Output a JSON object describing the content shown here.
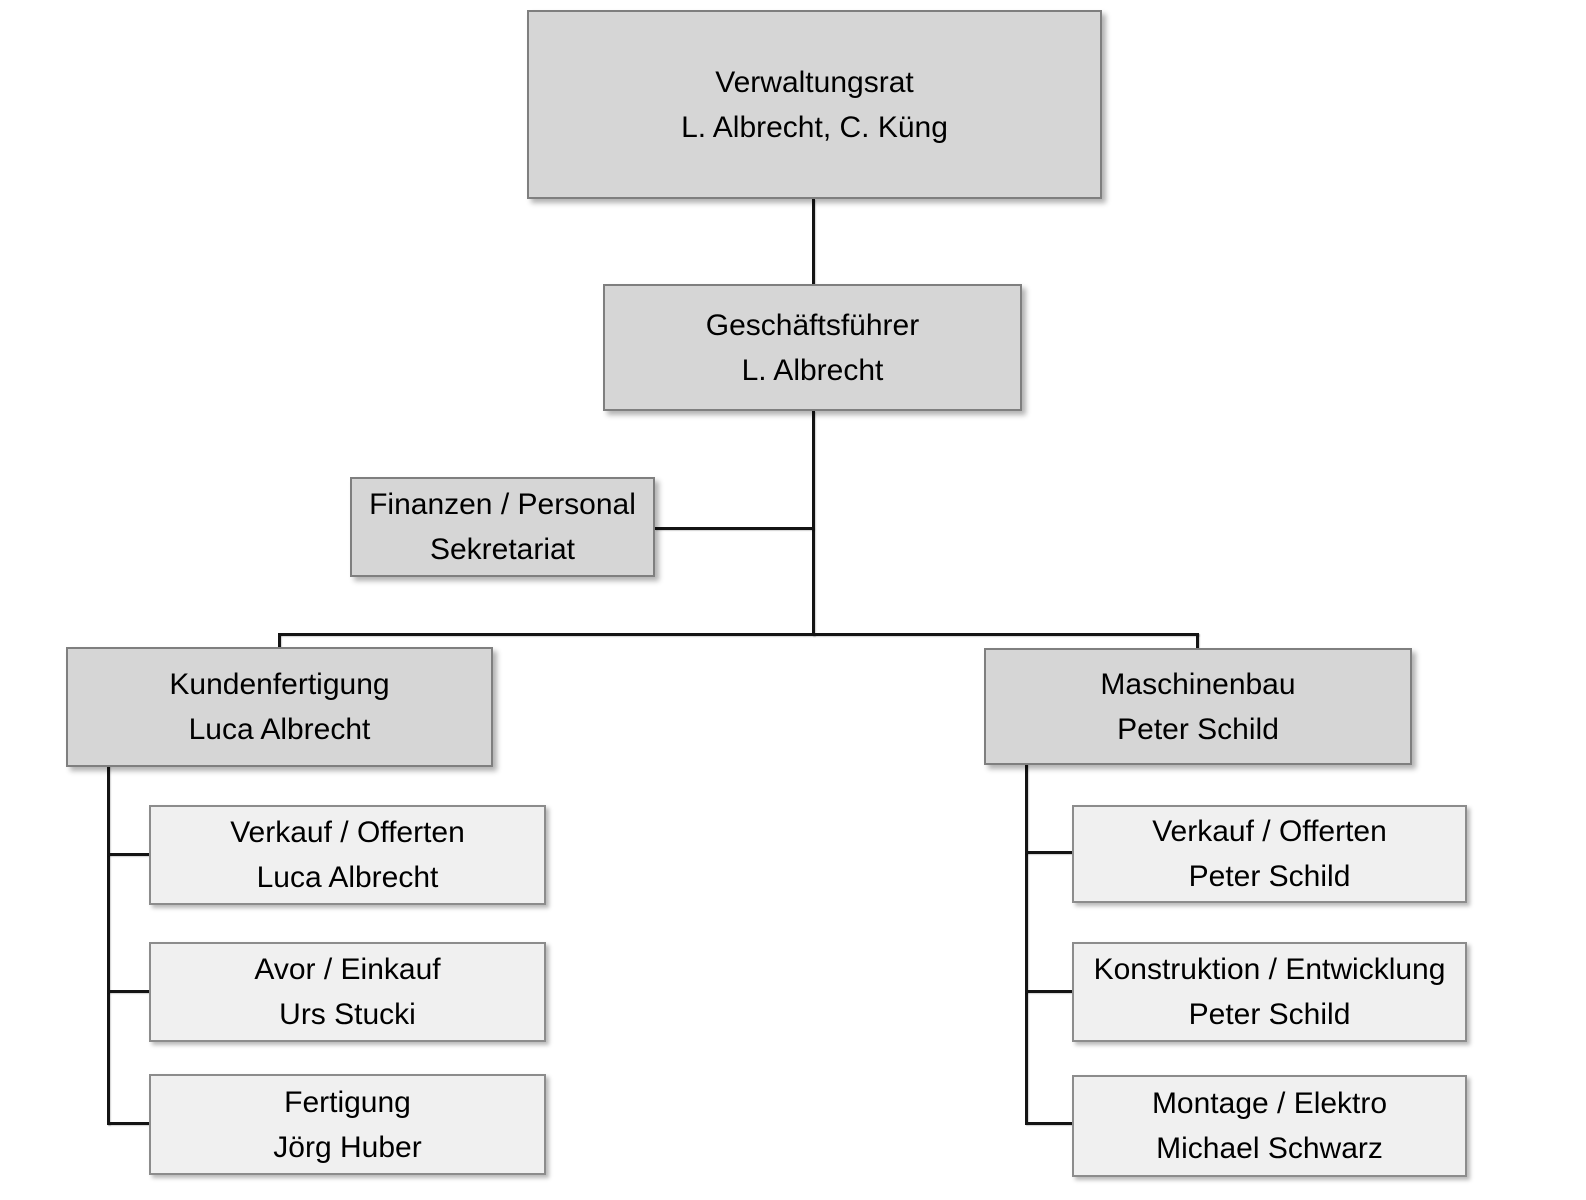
{
  "diagram": {
    "type": "org-chart",
    "colors": {
      "background": "#ffffff",
      "level_box_fill": "#d6d6d6",
      "sub_box_fill": "#f0f0f0",
      "box_border": "#808080",
      "connector_line": "#141414",
      "text": "#000000"
    },
    "org": {
      "root": {
        "title": "Verwaltungsrat",
        "person": "L. Albrecht, C. Küng"
      },
      "ceo": {
        "title": "Geschäftsführer",
        "person": "L. Albrecht"
      },
      "staff": {
        "title": "Finanzen / Personal",
        "person": "Sekretariat"
      },
      "branches": [
        {
          "title": "Kundenfertigung",
          "person": "Luca Albrecht",
          "children": [
            {
              "title": "Verkauf / Offerten",
              "person": "Luca Albrecht"
            },
            {
              "title": "Avor / Einkauf",
              "person": "Urs Stucki"
            },
            {
              "title": "Fertigung",
              "person": "Jörg Huber"
            }
          ]
        },
        {
          "title": "Maschinenbau",
          "person": "Peter Schild",
          "children": [
            {
              "title": "Verkauf / Offerten",
              "person": "Peter Schild"
            },
            {
              "title": "Konstruktion / Entwicklung",
              "person": "Peter Schild"
            },
            {
              "title": "Montage / Elektro",
              "person": "Michael Schwarz"
            }
          ]
        }
      ]
    }
  }
}
